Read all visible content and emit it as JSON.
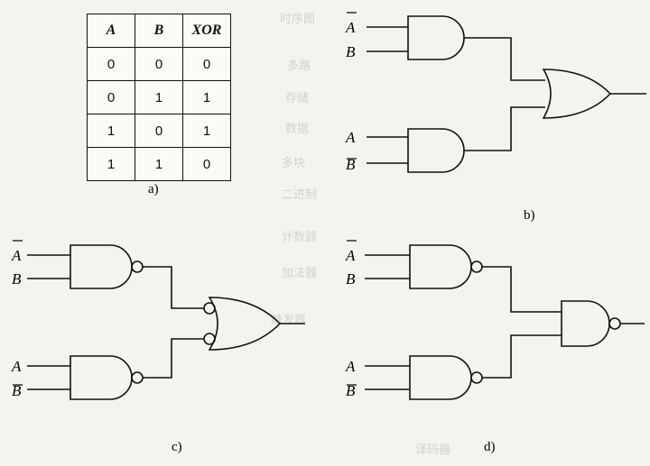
{
  "truth_table": {
    "headers": [
      "A",
      "B",
      "XOR"
    ],
    "rows": [
      [
        "0",
        "0",
        "0"
      ],
      [
        "0",
        "1",
        "1"
      ],
      [
        "1",
        "0",
        "1"
      ],
      [
        "1",
        "1",
        "0"
      ]
    ]
  },
  "captions": {
    "a": "a)",
    "b": "b)",
    "c": "c)",
    "d": "d)"
  },
  "input_labels": {
    "a": "A",
    "b": "B"
  },
  "background_text": [
    "时序图",
    "多路",
    "存储",
    "数据",
    "多块",
    "二进制",
    "计数器",
    "加法器",
    "触发器",
    "译码器"
  ]
}
